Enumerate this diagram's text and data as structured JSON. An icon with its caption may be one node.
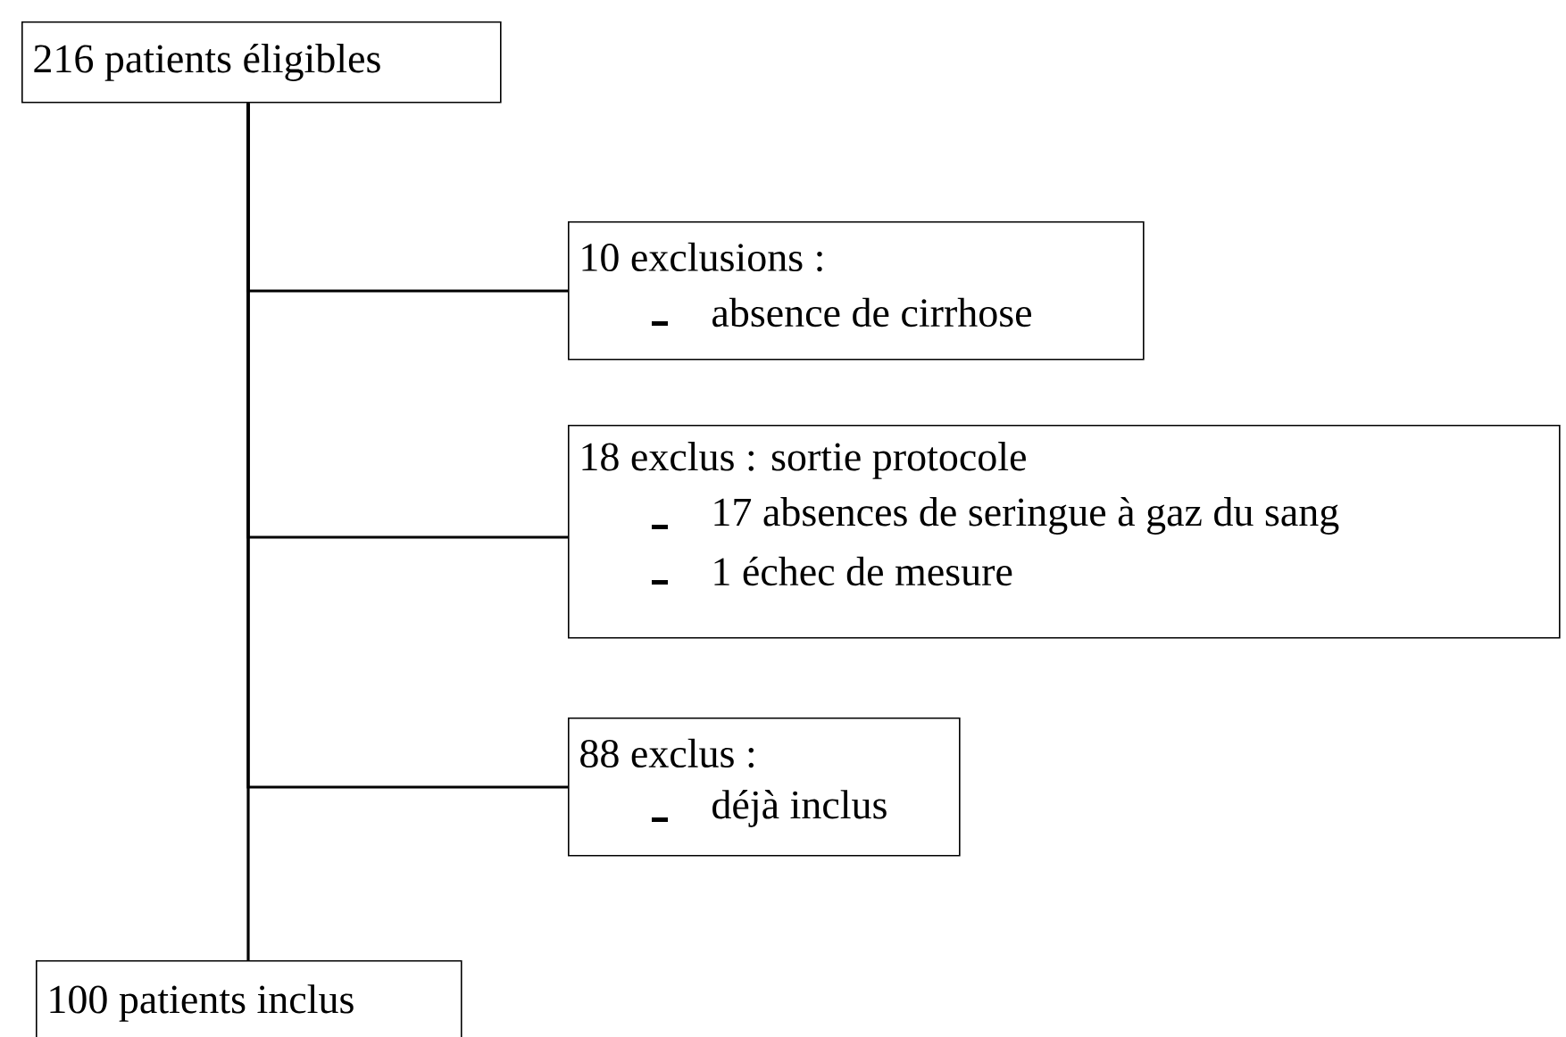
{
  "diagram": {
    "nodes": [
      {
        "text": [
          "216 patients éligibles"
        ]
      },
      {
        "text": [
          "10 exclusions :",
          "absence de cirrhose"
        ]
      },
      {
        "text": [
          "18 exclus : sortie protocole",
          "17 absences de seringue à gaz du sang",
          "1 échec de mesure"
        ]
      },
      {
        "text": [
          "88 exclus :",
          "déjà inclus"
        ]
      },
      {
        "text": [
          "100 patients inclus"
        ]
      }
    ],
    "edges": [
      {
        "from": 0,
        "to": 4,
        "arrow": "none"
      },
      {
        "from": 0,
        "to": 1,
        "arrow": "none"
      },
      {
        "from": 0,
        "to": 2,
        "arrow": "none"
      },
      {
        "from": 0,
        "to": 3,
        "arrow": "none"
      }
    ]
  }
}
